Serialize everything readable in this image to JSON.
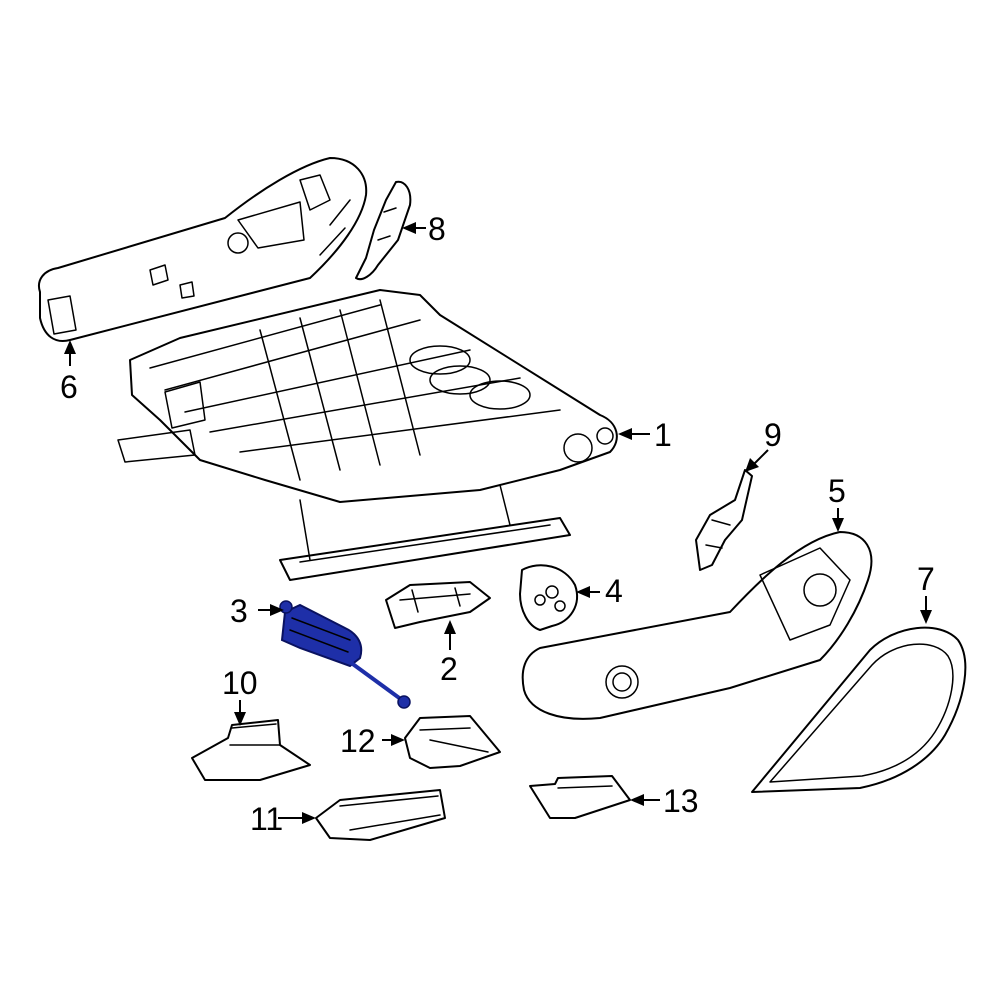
{
  "callouts": {
    "c1": "1",
    "c2": "2",
    "c3": "3",
    "c4": "4",
    "c5": "5",
    "c6": "6",
    "c7": "7",
    "c8": "8",
    "c9": "9",
    "c10": "10",
    "c11": "11",
    "c12": "12",
    "c13": "13"
  },
  "colors": {
    "highlight": "#1e2fa8",
    "line": "#000000",
    "background": "#ffffff"
  }
}
